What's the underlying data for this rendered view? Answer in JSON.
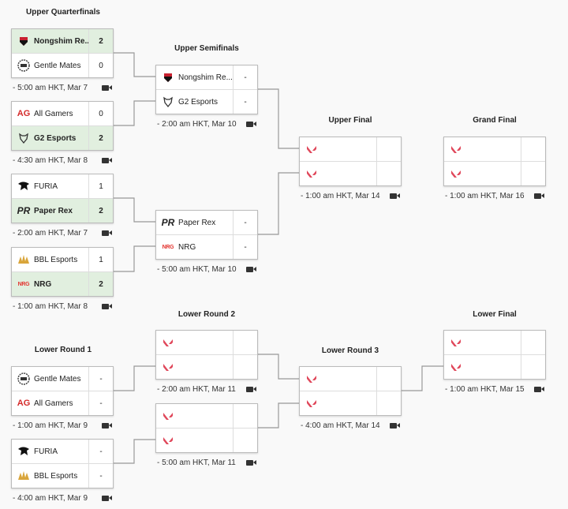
{
  "colors": {
    "win_bg": "#e1efdf",
    "valorant": "#e0475a"
  },
  "titles": [
    {
      "id": "uqf",
      "label": "Upper Quarterfinals"
    },
    {
      "id": "usf",
      "label": "Upper Semifinals"
    },
    {
      "id": "uf",
      "label": "Upper Final"
    },
    {
      "id": "gf",
      "label": "Grand Final"
    },
    {
      "id": "lr1",
      "label": "Lower Round 1"
    },
    {
      "id": "lr2",
      "label": "Lower Round 2"
    },
    {
      "id": "lr3",
      "label": "Lower Round 3"
    },
    {
      "id": "lf",
      "label": "Lower Final"
    }
  ],
  "matches": [
    {
      "id": "uqf1",
      "time": "- 5:00 am HKT, Mar 7",
      "teams": [
        {
          "name": "Nongshim Re...",
          "icon": "nongshim-icon",
          "score": "2",
          "win": true
        },
        {
          "name": "Gentle Mates",
          "icon": "gentle-mates-icon",
          "score": "0"
        }
      ]
    },
    {
      "id": "uqf2",
      "time": "- 4:30 am HKT, Mar 8",
      "teams": [
        {
          "name": "All Gamers",
          "icon": "all-gamers-icon",
          "score": "0"
        },
        {
          "name": "G2 Esports",
          "icon": "g2-icon",
          "score": "2",
          "win": true
        }
      ]
    },
    {
      "id": "uqf3",
      "time": "- 2:00 am HKT, Mar 7",
      "teams": [
        {
          "name": "FURIA",
          "icon": "furia-icon",
          "score": "1"
        },
        {
          "name": "Paper Rex",
          "icon": "paper-rex-icon",
          "score": "2",
          "win": true
        }
      ]
    },
    {
      "id": "uqf4",
      "time": "- 1:00 am HKT, Mar 8",
      "teams": [
        {
          "name": "BBL Esports",
          "icon": "bbl-icon",
          "score": "1"
        },
        {
          "name": "NRG",
          "icon": "nrg-icon",
          "score": "2",
          "win": true
        }
      ]
    },
    {
      "id": "usf1",
      "time": "- 2:00 am HKT, Mar 10",
      "teams": [
        {
          "name": "Nongshim Re...",
          "icon": "nongshim-icon",
          "score": "-"
        },
        {
          "name": "G2 Esports",
          "icon": "g2-icon",
          "score": "-"
        }
      ]
    },
    {
      "id": "usf2",
      "time": "- 5:00 am HKT, Mar 10",
      "teams": [
        {
          "name": "Paper Rex",
          "icon": "paper-rex-icon",
          "score": "-"
        },
        {
          "name": "NRG",
          "icon": "nrg-icon",
          "score": "-"
        }
      ]
    },
    {
      "id": "uf",
      "time": "- 1:00 am HKT, Mar 14",
      "teams": [
        {
          "name": "",
          "icon": "valorant-icon",
          "score": ""
        },
        {
          "name": "",
          "icon": "valorant-icon",
          "score": ""
        }
      ]
    },
    {
      "id": "gf",
      "time": "- 1:00 am HKT, Mar 16",
      "teams": [
        {
          "name": "",
          "icon": "valorant-icon",
          "score": ""
        },
        {
          "name": "",
          "icon": "valorant-icon",
          "score": ""
        }
      ]
    },
    {
      "id": "lr1a",
      "time": "- 1:00 am HKT, Mar 9",
      "teams": [
        {
          "name": "Gentle Mates",
          "icon": "gentle-mates-icon",
          "score": "-"
        },
        {
          "name": "All Gamers",
          "icon": "all-gamers-icon",
          "score": "-"
        }
      ]
    },
    {
      "id": "lr1b",
      "time": "- 4:00 am HKT, Mar 9",
      "teams": [
        {
          "name": "FURIA",
          "icon": "furia-icon",
          "score": "-"
        },
        {
          "name": "BBL Esports",
          "icon": "bbl-icon",
          "score": "-"
        }
      ]
    },
    {
      "id": "lr2a",
      "time": "- 2:00 am HKT, Mar 11",
      "teams": [
        {
          "name": "",
          "icon": "valorant-icon",
          "score": ""
        },
        {
          "name": "",
          "icon": "valorant-icon",
          "score": ""
        }
      ]
    },
    {
      "id": "lr2b",
      "time": "- 5:00 am HKT, Mar 11",
      "teams": [
        {
          "name": "",
          "icon": "valorant-icon",
          "score": ""
        },
        {
          "name": "",
          "icon": "valorant-icon",
          "score": ""
        }
      ]
    },
    {
      "id": "lr3",
      "time": "- 4:00 am HKT, Mar 14",
      "teams": [
        {
          "name": "",
          "icon": "valorant-icon",
          "score": ""
        },
        {
          "name": "",
          "icon": "valorant-icon",
          "score": ""
        }
      ]
    },
    {
      "id": "lf",
      "time": "- 1:00 am HKT, Mar 15",
      "teams": [
        {
          "name": "",
          "icon": "valorant-icon",
          "score": ""
        },
        {
          "name": "",
          "icon": "valorant-icon",
          "score": ""
        }
      ]
    }
  ]
}
